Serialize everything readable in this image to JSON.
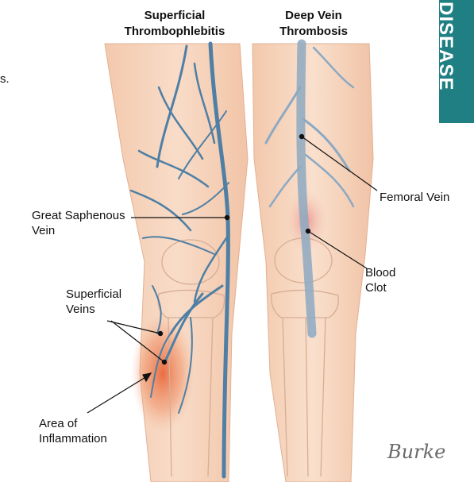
{
  "headers": {
    "left": [
      "Superficial",
      "Thrombophlebitis"
    ],
    "right": [
      "Deep Vein",
      "Thrombosis"
    ]
  },
  "side_tab": "DISEASE",
  "stray_text": "s.",
  "labels": {
    "great_saphenous": [
      "Great Saphenous",
      "Vein"
    ],
    "superficial_veins": [
      "Superficial",
      "Veins"
    ],
    "inflammation": [
      "Area of",
      "Inflammation"
    ],
    "femoral": "Femoral Vein",
    "blood_clot": [
      "Blood",
      "Clot"
    ]
  },
  "signature": "Burke",
  "colors": {
    "tab": "#1f7f83",
    "skin": "#f6d6bf",
    "vein": "#4f7fa4",
    "inflammation": "#e8643a"
  }
}
